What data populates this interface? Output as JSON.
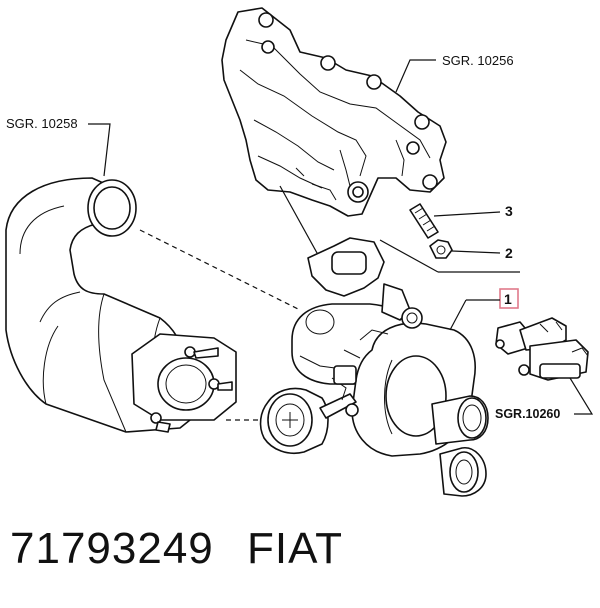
{
  "callouts": {
    "sgr_10256": "SGR. 10256",
    "sgr_10258": "SGR. 10258",
    "sgr_10260": "SGR.10260",
    "item_3": "3",
    "item_2": "2",
    "item_1": "1"
  },
  "caption": {
    "part_number": "71793249",
    "brand": "FIAT"
  },
  "colors": {
    "highlight_box": "#e07a8a",
    "ink": "#111111"
  }
}
